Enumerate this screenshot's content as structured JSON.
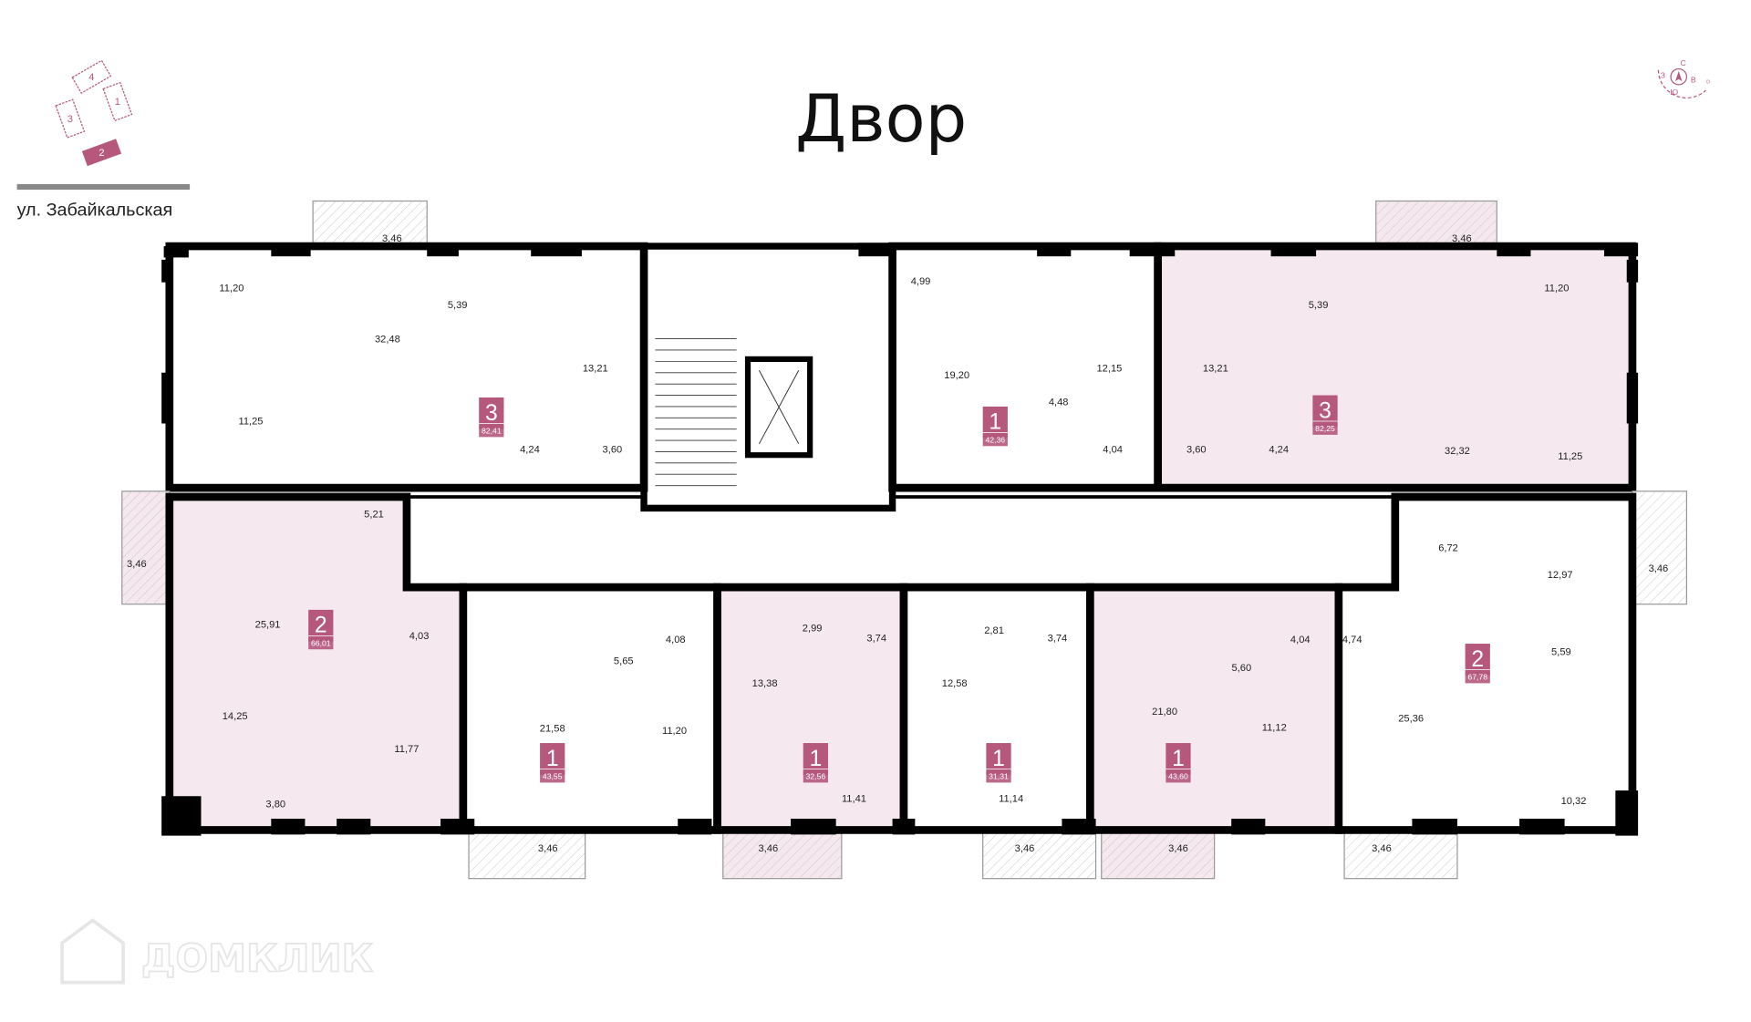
{
  "title": "Двор",
  "street": "ул. Забайкальская",
  "watermark": "ДОМКЛИК",
  "site_map": {
    "buildings": [
      "1",
      "2",
      "3",
      "4"
    ],
    "selected": "2"
  },
  "compass": {
    "north": "С",
    "east": "В",
    "south": "Ю",
    "west": "З"
  },
  "colors": {
    "accent": "#b5587c",
    "highlight_fill": "#f6e8ef",
    "wall": "#000000"
  },
  "apartments": [
    {
      "rooms": "3",
      "area": "82,41",
      "highlighted": false,
      "room_areas": [
        "11,20",
        "32,48",
        "5,39",
        "13,21",
        "11,25",
        "4,24",
        "3,60",
        "3,46"
      ]
    },
    {
      "rooms": "1",
      "area": "42,36",
      "highlighted": false,
      "room_areas": [
        "4,99",
        "19,20",
        "12,15",
        "4,48",
        "4,04"
      ]
    },
    {
      "rooms": "3",
      "area": "82,25",
      "highlighted": true,
      "room_areas": [
        "13,21",
        "5,39",
        "3,46",
        "11,20",
        "3,60",
        "4,24",
        "32,32",
        "11,25"
      ]
    },
    {
      "rooms": "2",
      "area": "66,01",
      "highlighted": true,
      "room_areas": [
        "3,46",
        "5,21",
        "25,91",
        "4,03",
        "14,25",
        "11,77",
        "3,80"
      ]
    },
    {
      "rooms": "1",
      "area": "43,55",
      "highlighted": false,
      "room_areas": [
        "21,58",
        "5,65",
        "4,08",
        "11,20",
        "3,46"
      ]
    },
    {
      "rooms": "1",
      "area": "32,56",
      "highlighted": true,
      "room_areas": [
        "2,99",
        "3,74",
        "13,38",
        "11,41",
        "3,46"
      ]
    },
    {
      "rooms": "1",
      "area": "31,31",
      "highlighted": false,
      "room_areas": [
        "2,81",
        "3,74",
        "12,58",
        "11,14",
        "3,46"
      ]
    },
    {
      "rooms": "1",
      "area": "43,60",
      "highlighted": true,
      "room_areas": [
        "21,80",
        "5,60",
        "4,04",
        "11,12",
        "3,46"
      ]
    },
    {
      "rooms": "2",
      "area": "67,78",
      "highlighted": false,
      "room_areas": [
        "6,72",
        "12,97",
        "3,46",
        "4,74",
        "5,59",
        "25,36",
        "10,32",
        "3,46"
      ]
    }
  ]
}
